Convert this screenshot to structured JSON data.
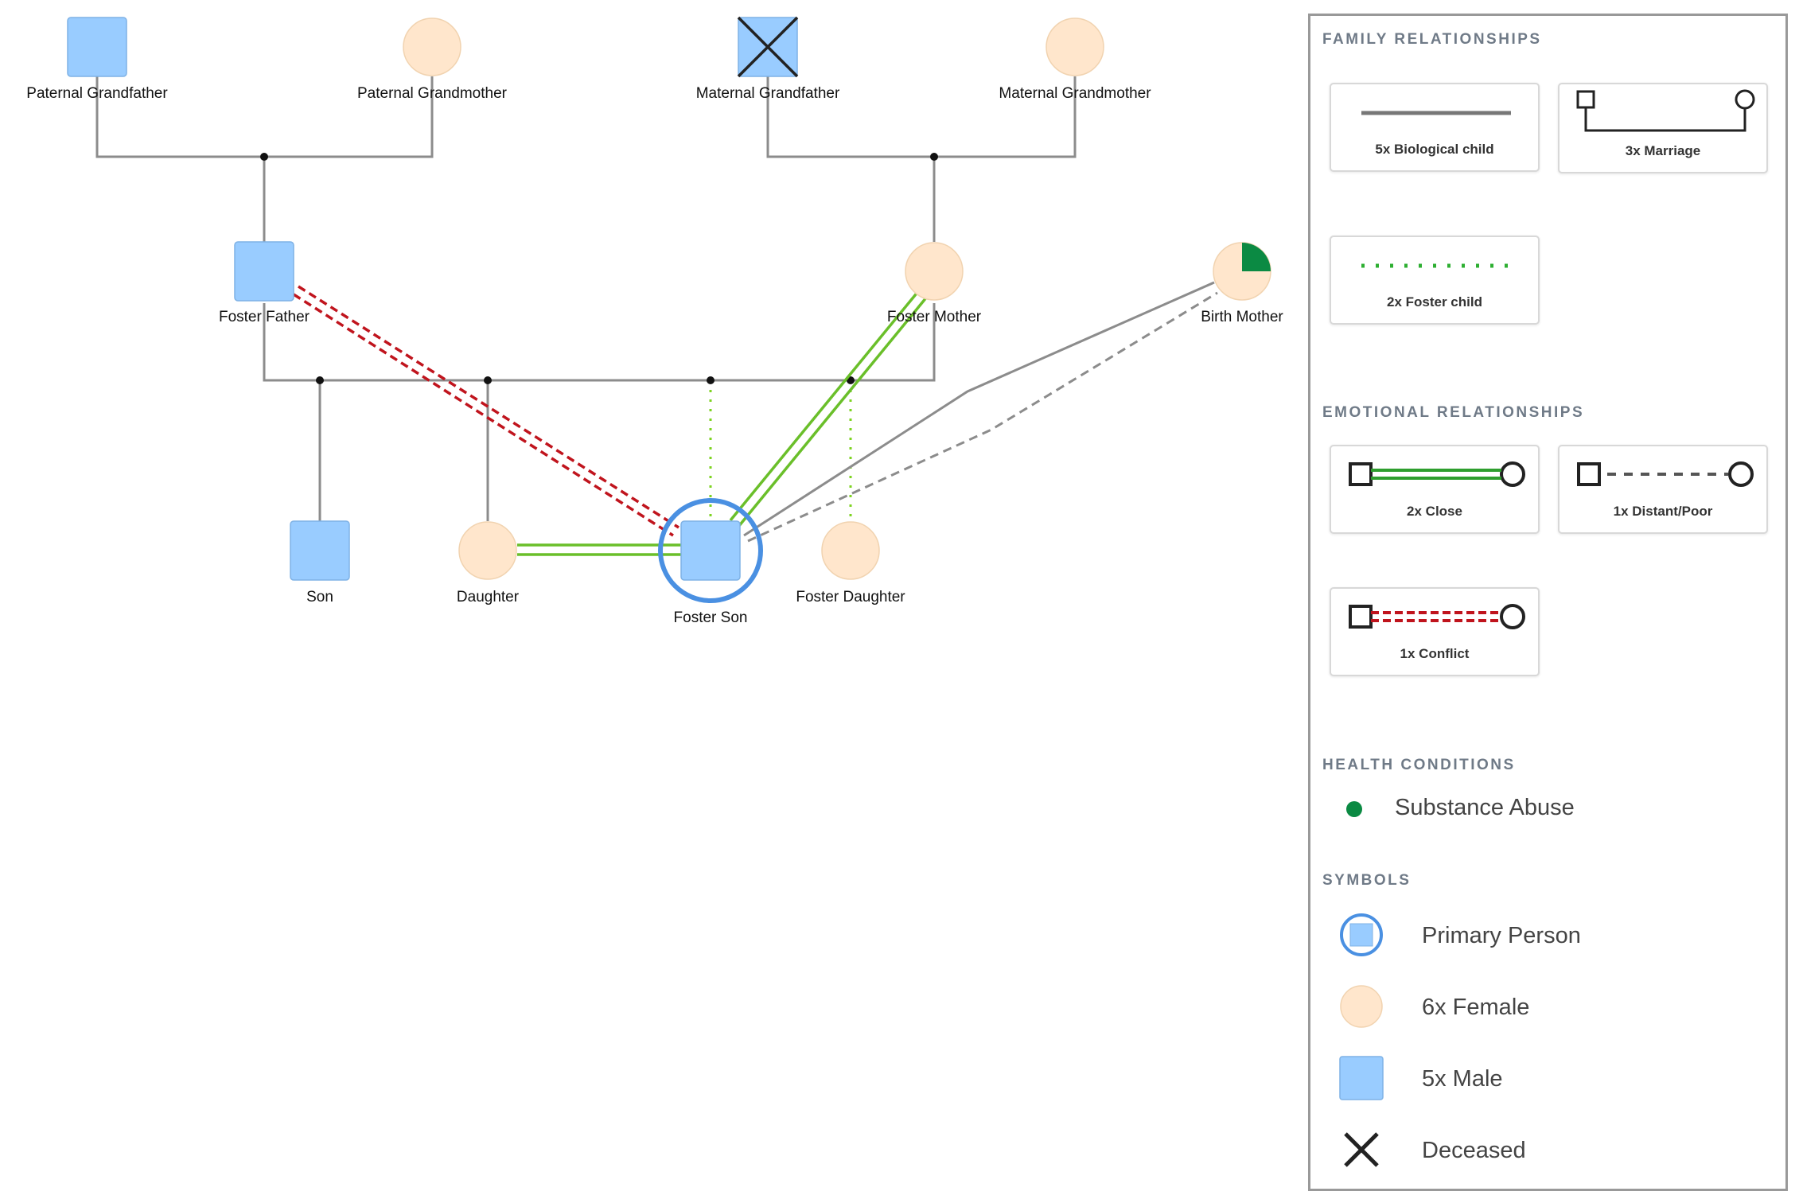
{
  "people": {
    "paternal_grandfather": {
      "name": "Paternal Grandfather",
      "sex": "male"
    },
    "paternal_grandmother": {
      "name": "Paternal Grandmother",
      "sex": "female"
    },
    "maternal_grandfather": {
      "name": "Maternal Grandfather",
      "sex": "male",
      "deceased": true
    },
    "maternal_grandmother": {
      "name": "Maternal Grandmother",
      "sex": "female"
    },
    "foster_father": {
      "name": "Foster Father",
      "sex": "male"
    },
    "foster_mother": {
      "name": "Foster Mother",
      "sex": "female"
    },
    "birth_mother": {
      "name": "Birth Mother",
      "sex": "female",
      "condition": "Substance Abuse"
    },
    "son": {
      "name": "Son",
      "sex": "male"
    },
    "daughter": {
      "name": "Daughter",
      "sex": "female"
    },
    "foster_son": {
      "name": "Foster Son",
      "sex": "male",
      "primary": true
    },
    "foster_daughter": {
      "name": "Foster Daughter",
      "sex": "female"
    }
  },
  "colors": {
    "male_fill": "#99ccff",
    "female_fill": "#ffe6cc",
    "line": "#8c8c8c",
    "close": "#6abf2a",
    "conflict": "#c0141d",
    "foster": "#7ed321",
    "primary_ring": "#4a90e2",
    "substance_abuse": "#0b8a43"
  },
  "legend": {
    "family": {
      "title": "FAMILY RELATIONSHIPS",
      "biological": "5x Biological child",
      "marriage": "3x Marriage",
      "foster": "2x Foster child"
    },
    "emotional": {
      "title": "EMOTIONAL RELATIONSHIPS",
      "close": "2x Close",
      "distant": "1x Distant/Poor",
      "conflict": "1x Conflict"
    },
    "health": {
      "title": "HEALTH CONDITIONS",
      "substance": "Substance Abuse"
    },
    "symbols": {
      "title": "SYMBOLS",
      "primary": "Primary Person",
      "female": "6x Female",
      "male": "5x Male",
      "deceased": "Deceased"
    }
  }
}
